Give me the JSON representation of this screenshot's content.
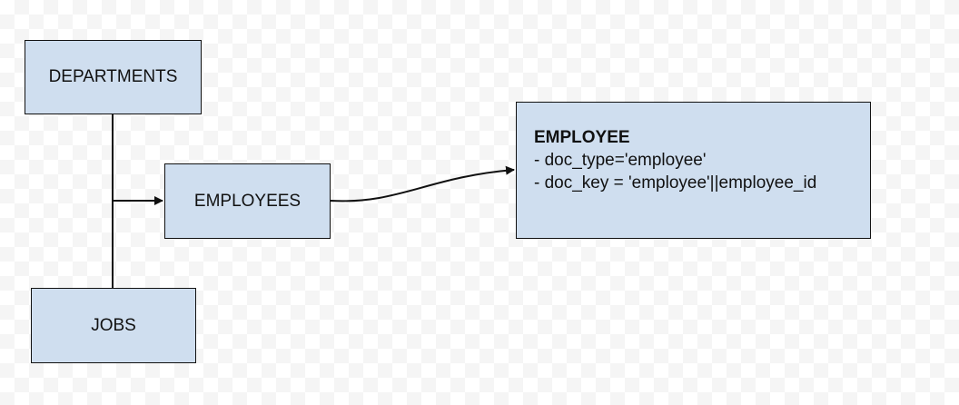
{
  "colors": {
    "box_fill": "#cfdeef",
    "stroke": "#111111"
  },
  "nodes": {
    "departments": "DEPARTMENTS",
    "employees": "EMPLOYEES",
    "jobs": "JOBS"
  },
  "detail": {
    "title": "EMPLOYEE",
    "lines": [
      "- doc_type='employee'",
      "- doc_key = 'employee'||employee_id"
    ]
  }
}
